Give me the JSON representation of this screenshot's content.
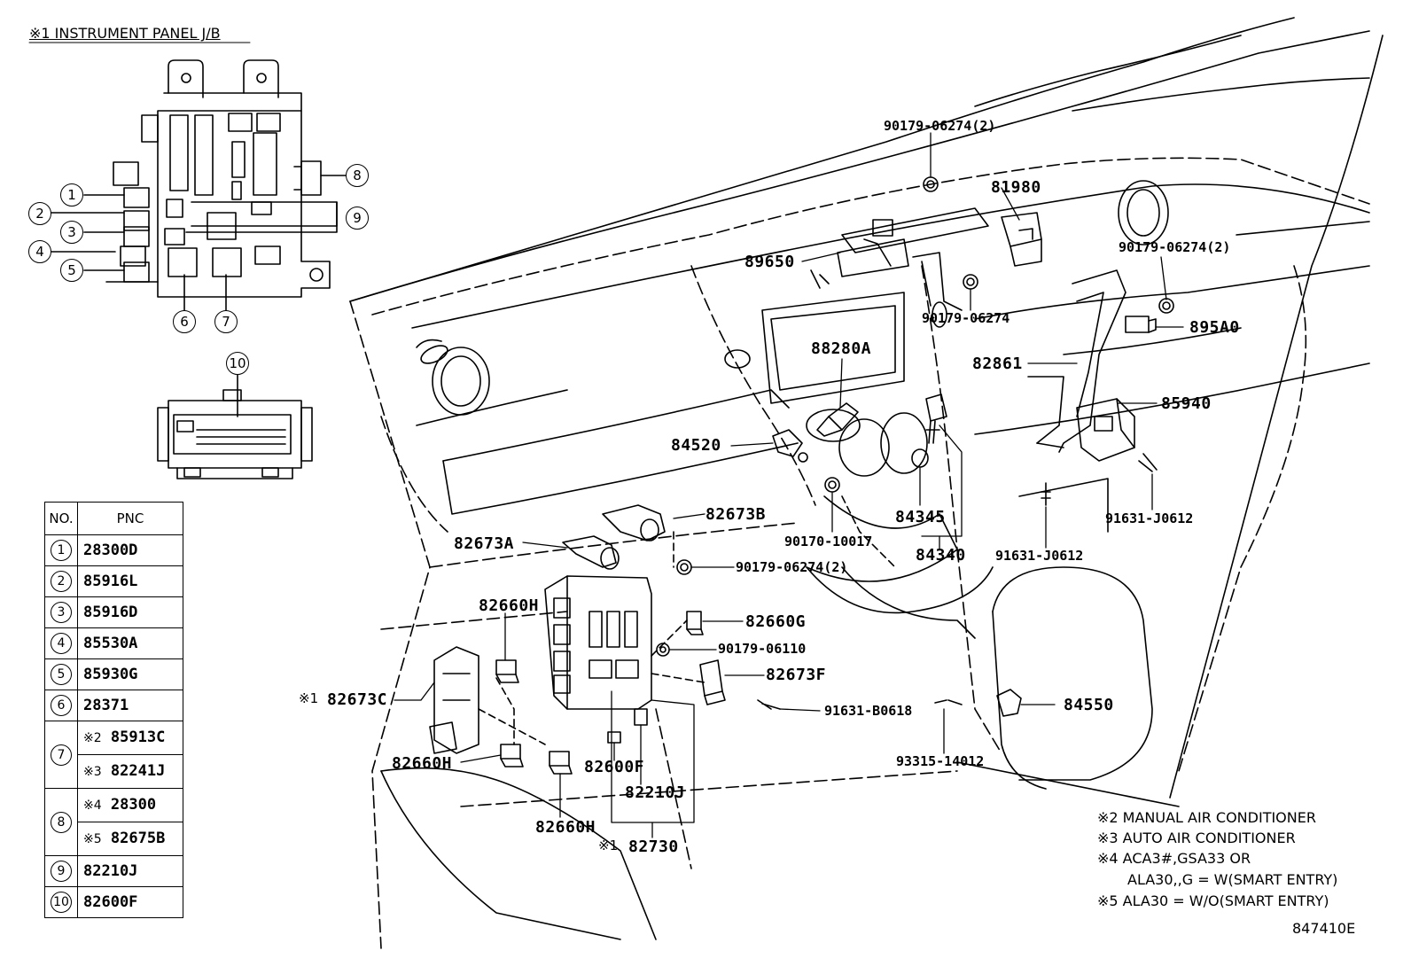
{
  "inset": {
    "title": "※1 INSTRUMENT PANEL J/B",
    "callouts": [
      "1",
      "2",
      "3",
      "4",
      "5",
      "6",
      "7",
      "8",
      "9",
      "10"
    ]
  },
  "table": {
    "headers": {
      "no": "NO.",
      "pnc": "PNC"
    },
    "rows": [
      {
        "no": "1",
        "pncs": [
          {
            "mark": "",
            "code": "28300D"
          }
        ]
      },
      {
        "no": "2",
        "pncs": [
          {
            "mark": "",
            "code": "85916L"
          }
        ]
      },
      {
        "no": "3",
        "pncs": [
          {
            "mark": "",
            "code": "85916D"
          }
        ]
      },
      {
        "no": "4",
        "pncs": [
          {
            "mark": "",
            "code": "85530A"
          }
        ]
      },
      {
        "no": "5",
        "pncs": [
          {
            "mark": "",
            "code": "85930G"
          }
        ]
      },
      {
        "no": "6",
        "pncs": [
          {
            "mark": "",
            "code": "28371"
          }
        ]
      },
      {
        "no": "7",
        "pncs": [
          {
            "mark": "※2",
            "code": "85913C"
          },
          {
            "mark": "※3",
            "code": "82241J"
          }
        ]
      },
      {
        "no": "8",
        "pncs": [
          {
            "mark": "※4",
            "code": "28300"
          },
          {
            "mark": "※5",
            "code": "82675B"
          }
        ]
      },
      {
        "no": "9",
        "pncs": [
          {
            "mark": "",
            "code": "82210J"
          }
        ]
      },
      {
        "no": "10",
        "pncs": [
          {
            "mark": "",
            "code": "82600F"
          }
        ]
      }
    ]
  },
  "parts": {
    "p90179_06274_2a": "90179-06274(2)",
    "p81980": "81980",
    "p90179_06274_2b": "90179-06274(2)",
    "p89650": "89650",
    "p895A0": "895A0",
    "p90179_06274": "90179-06274",
    "p88280A": "88280A",
    "p82861": "82861",
    "p85940": "85940",
    "p84520": "84520",
    "p82673B": "82673B",
    "p84345": "84345",
    "p91631_J0612a": "91631-J0612",
    "p82673A": "82673A",
    "p90170_10017": "90170-10017",
    "p84340": "84340",
    "p91631_J0612b": "91631-J0612",
    "p90179_06274_2c": "90179-06274(2)",
    "p82660H_a": "82660H",
    "p82660G": "82660G",
    "p90179_06110": "90179-06110",
    "p82673C_mark": "※1",
    "p82673C": "82673C",
    "p82673F": "82673F",
    "p84550": "84550",
    "p91631_B0618": "91631-B0618",
    "p93315_14012": "93315-14012",
    "p82660H_b": "82660H",
    "p82600F": "82600F",
    "p82210J": "82210J",
    "p82660H_c": "82660H",
    "p82730_mark": "※1",
    "p82730": "82730"
  },
  "notes": [
    "※2 MANUAL AIR CONDITIONER",
    "※3 AUTO AIR CONDITIONER",
    "※4 ACA3#,GSA33 OR",
    "ALA30,,G = W(SMART ENTRY)",
    "※5 ALA30 = W/O(SMART ENTRY)"
  ],
  "diagram_code": "847410E"
}
